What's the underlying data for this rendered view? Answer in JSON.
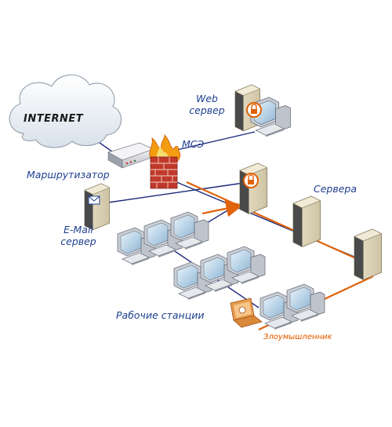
{
  "cloud": {
    "label": "INTERNET",
    "icon": "cloud-icon"
  },
  "labels": {
    "router": "Маршрутизатор",
    "firewall": "МСЭ",
    "web_line1": "Web",
    "web_line2": "сервер",
    "email_line1": "E-Mail",
    "email_line2": "сервер",
    "servers": "Сервера",
    "workstations": "Рабочие станции",
    "attacker": "Злоумышленник"
  },
  "colors": {
    "label_text": "#1f3f8f",
    "network_line": "#1c2a7a",
    "attack_line": "#e0620a",
    "firewall_brick": "#c0392b",
    "cloud_fill": "#eef3f8"
  },
  "icons": [
    "cloud-icon",
    "router-icon",
    "firewall-icon",
    "web-server-icon",
    "email-server-icon",
    "server-icon",
    "workstation-icon",
    "laptop-icon",
    "lock-icon"
  ]
}
